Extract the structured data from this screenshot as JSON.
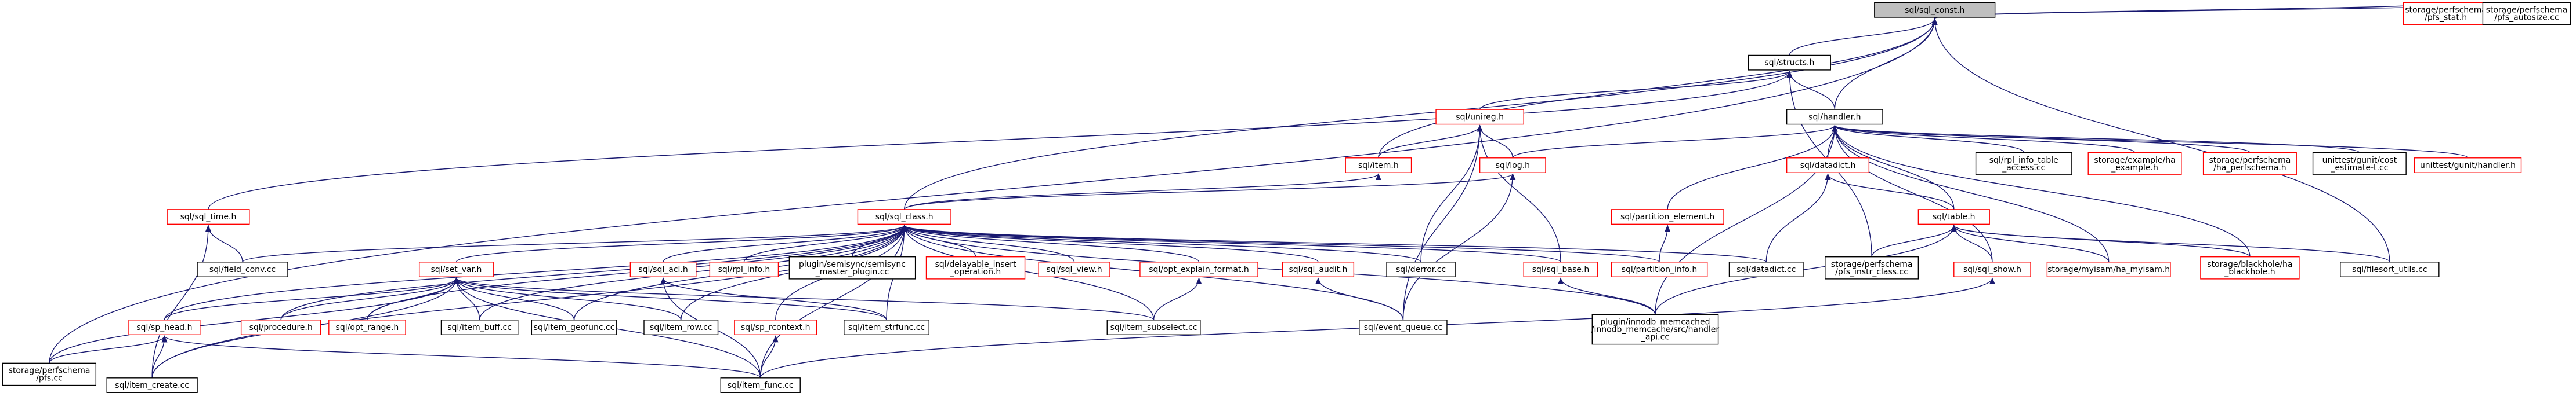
{
  "nodes": [
    {
      "id": "sql_const",
      "lines": [
        "sql/sql_const.h"
      ],
      "style": "root"
    },
    {
      "id": "pfs_stat",
      "lines": [
        "storage/perfschema",
        "/pfs_stat.h"
      ],
      "style": "red"
    },
    {
      "id": "pfs_autosize",
      "lines": [
        "storage/perfschema",
        "/pfs_autosize.cc"
      ],
      "style": "black"
    },
    {
      "id": "structs",
      "lines": [
        "sql/structs.h"
      ],
      "style": "black"
    },
    {
      "id": "unireg",
      "lines": [
        "sql/unireg.h"
      ],
      "style": "red"
    },
    {
      "id": "handler",
      "lines": [
        "sql/handler.h"
      ],
      "style": "black"
    },
    {
      "id": "item",
      "lines": [
        "sql/item.h"
      ],
      "style": "red"
    },
    {
      "id": "log",
      "lines": [
        "sql/log.h"
      ],
      "style": "red"
    },
    {
      "id": "datadict",
      "lines": [
        "sql/datadict.h"
      ],
      "style": "red"
    },
    {
      "id": "rpl_info_table_access",
      "lines": [
        "sql/rpl_info_table",
        "_access.cc"
      ],
      "style": "black"
    },
    {
      "id": "ha_example",
      "lines": [
        "storage/example/ha",
        "_example.h"
      ],
      "style": "red"
    },
    {
      "id": "ha_perfschema",
      "lines": [
        "storage/perfschema",
        "/ha_perfschema.h"
      ],
      "style": "red"
    },
    {
      "id": "gunit_cost_estimate",
      "lines": [
        "unittest/gunit/cost",
        "_estimate-t.cc"
      ],
      "style": "black"
    },
    {
      "id": "gunit_handler",
      "lines": [
        "unittest/gunit/handler.h"
      ],
      "style": "red"
    },
    {
      "id": "sql_time",
      "lines": [
        "sql/sql_time.h"
      ],
      "style": "red"
    },
    {
      "id": "sql_class",
      "lines": [
        "sql/sql_class.h"
      ],
      "style": "red"
    },
    {
      "id": "partition_element",
      "lines": [
        "sql/partition_element.h"
      ],
      "style": "red"
    },
    {
      "id": "table",
      "lines": [
        "sql/table.h"
      ],
      "style": "red"
    },
    {
      "id": "field_conv",
      "lines": [
        "sql/field_conv.cc"
      ],
      "style": "black"
    },
    {
      "id": "sql_acl",
      "lines": [
        "sql/sql_acl.h"
      ],
      "style": "red"
    },
    {
      "id": "rpl_info",
      "lines": [
        "sql/rpl_info.h"
      ],
      "style": "red"
    },
    {
      "id": "semisync_master_plugin",
      "lines": [
        "plugin/semisync/semisync",
        "_master_plugin.cc"
      ],
      "style": "black"
    },
    {
      "id": "delayable_insert",
      "lines": [
        "sql/delayable_insert",
        "_operation.h"
      ],
      "style": "red"
    },
    {
      "id": "sql_view",
      "lines": [
        "sql/sql_view.h"
      ],
      "style": "red"
    },
    {
      "id": "opt_explain_format",
      "lines": [
        "sql/opt_explain_format.h"
      ],
      "style": "red"
    },
    {
      "id": "sql_audit",
      "lines": [
        "sql/sql_audit.h"
      ],
      "style": "red"
    },
    {
      "id": "derror",
      "lines": [
        "sql/derror.cc"
      ],
      "style": "black"
    },
    {
      "id": "sql_base",
      "lines": [
        "sql/sql_base.h"
      ],
      "style": "red"
    },
    {
      "id": "partition_info",
      "lines": [
        "sql/partition_info.h"
      ],
      "style": "red"
    },
    {
      "id": "datadict_cc",
      "lines": [
        "sql/datadict.cc"
      ],
      "style": "black"
    },
    {
      "id": "pfs_instr_class",
      "lines": [
        "storage/perfschema",
        "/pfs_instr_class.cc"
      ],
      "style": "black"
    },
    {
      "id": "sql_show",
      "lines": [
        "sql/sql_show.h"
      ],
      "style": "red"
    },
    {
      "id": "ha_myisam",
      "lines": [
        "storage/myisam/ha_myisam.h"
      ],
      "style": "red"
    },
    {
      "id": "ha_blackhole",
      "lines": [
        "storage/blackhole/ha",
        "_blackhole.h"
      ],
      "style": "red"
    },
    {
      "id": "filesort_utils",
      "lines": [
        "sql/filesort_utils.cc"
      ],
      "style": "black"
    },
    {
      "id": "set_var",
      "lines": [
        "sql/set_var.h"
      ],
      "style": "red"
    },
    {
      "id": "sp_head",
      "lines": [
        "sql/sp_head.h"
      ],
      "style": "red"
    },
    {
      "id": "procedure",
      "lines": [
        "sql/procedure.h"
      ],
      "style": "red"
    },
    {
      "id": "opt_range",
      "lines": [
        "sql/opt_range.h"
      ],
      "style": "red"
    },
    {
      "id": "item_buff",
      "lines": [
        "sql/item_buff.cc"
      ],
      "style": "black"
    },
    {
      "id": "item_geofunc",
      "lines": [
        "sql/item_geofunc.cc"
      ],
      "style": "black"
    },
    {
      "id": "item_row",
      "lines": [
        "sql/item_row.cc"
      ],
      "style": "black"
    },
    {
      "id": "sp_rcontext",
      "lines": [
        "sql/sp_rcontext.h"
      ],
      "style": "red"
    },
    {
      "id": "item_strfunc",
      "lines": [
        "sql/item_strfunc.cc"
      ],
      "style": "black"
    },
    {
      "id": "item_subselect",
      "lines": [
        "sql/item_subselect.cc"
      ],
      "style": "black"
    },
    {
      "id": "event_queue",
      "lines": [
        "sql/event_queue.cc"
      ],
      "style": "black"
    },
    {
      "id": "memcached_handler",
      "lines": [
        "plugin/innodb_memcached",
        "/innodb_memcache/src/handler",
        "_api.cc"
      ],
      "style": "black"
    },
    {
      "id": "pfs_cc",
      "lines": [
        "storage/perfschema",
        "/pfs.cc"
      ],
      "style": "black"
    },
    {
      "id": "item_create",
      "lines": [
        "sql/item_create.cc"
      ],
      "style": "black"
    },
    {
      "id": "item_func",
      "lines": [
        "sql/item_func.cc"
      ],
      "style": "black"
    }
  ]
}
